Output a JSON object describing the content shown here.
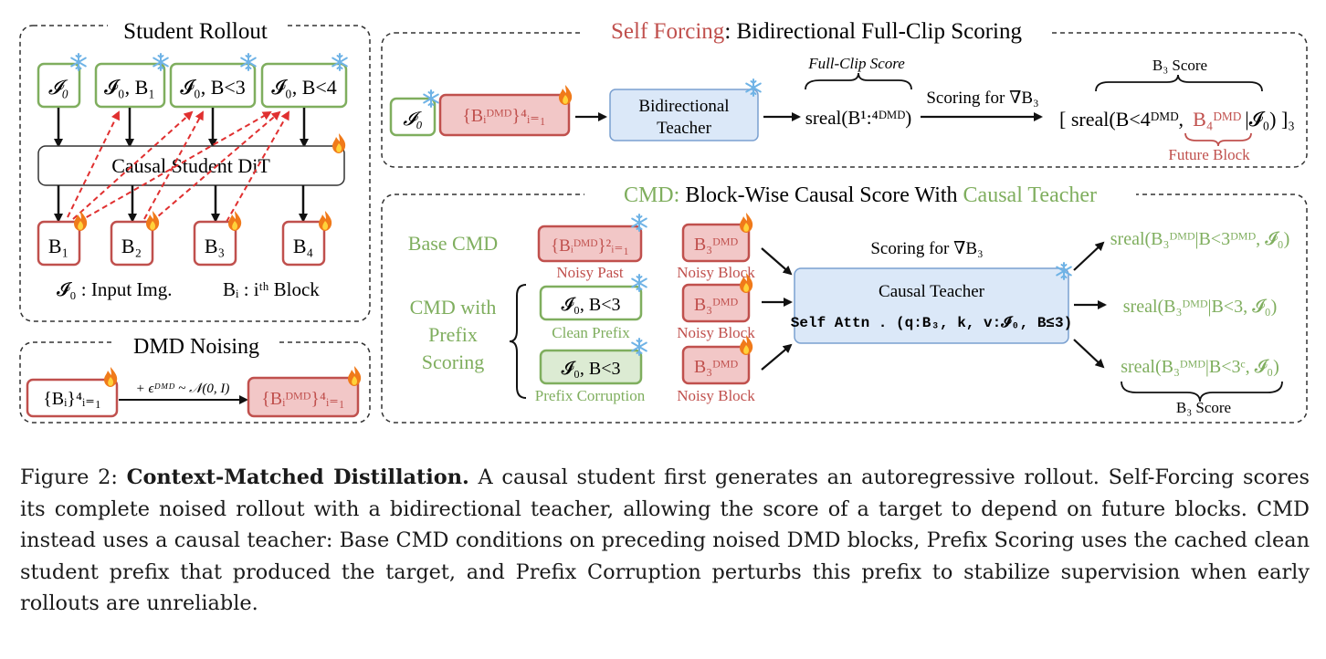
{
  "colors": {
    "green": "#7fae5e",
    "red": "#c0504d",
    "red_fill": "#f2c7c7",
    "green_fill": "#dcebd3",
    "blue_fill": "#dbe8f8",
    "blue_stroke": "#7aa0d0"
  },
  "icons": {
    "snow": "snowflake-icon",
    "fire": "fire-icon"
  },
  "panel_student": {
    "title": "Student Rollout",
    "dit_label": "Causal Student DiT",
    "top_boxes": [
      "𝓘₀",
      "𝓘₀, B₁",
      "𝓘₀, B<3",
      "𝓘₀, B<4"
    ],
    "blocks": [
      "B₁",
      "B₂",
      "B₃",
      "B₄"
    ],
    "legend_input": "𝓘₀ :  Input Img.",
    "legend_block": "Bᵢ : iᵗʰ Block"
  },
  "panel_noising": {
    "title": "DMD Noising",
    "left_box": "{Bᵢ}⁴ᵢ₌₁",
    "noise": "+ ϵᴰᴹᴰ ~ 𝒩(0, I)",
    "right_box": "{Bᵢᴰᴹᴰ}⁴ᵢ₌₁"
  },
  "panel_self_forcing": {
    "title_red": "Self Forcing",
    "title_rest": ": Bidirectional Full-Clip Scoring",
    "input_box": "𝓘₀",
    "blocks_box": "{Bᵢᴰᴹᴰ}⁴ᵢ₌₁",
    "teacher_line1": "Bidirectional",
    "teacher_line2": "Teacher",
    "full_clip_label": "Full-Clip Score",
    "score": "sreal(B¹:⁴ᴰᴹᴰ)",
    "scoring_label": "Scoring for ∇B₃",
    "b3_score_label": "B₃ Score",
    "final_score_pre": "[ sreal(B<4ᴰᴹᴰ,",
    "final_score_future": "B₄ᴰᴹᴰ",
    "final_score_post": "|𝓘₀) ]₃",
    "future_label": "Future Block"
  },
  "panel_cmd": {
    "title_green1": "CMD:",
    "title_mid": " Block-Wise Causal Score With ",
    "title_green2": "Causal Teacher",
    "base_label": "Base CMD",
    "prefix_label": [
      "CMD with",
      "Prefix",
      "Scoring"
    ],
    "rows": [
      {
        "box": "{Bᵢᴰᴹᴰ}²ᵢ₌₁",
        "caption": "Noisy Past"
      },
      {
        "box": "𝓘₀, B<3",
        "caption": "Clean Prefix"
      },
      {
        "box": "𝓘₀, B<3",
        "caption": "Prefix Corruption"
      }
    ],
    "noisy_block": "B₃ᴰᴹᴰ",
    "noisy_block_caption": "Noisy Block",
    "scoring_label": "Scoring for ∇B₃",
    "teacher_title": "Causal Teacher",
    "teacher_attn": "Self Attn . (q:B₃, k, v:𝓘₀, B≤3)",
    "outputs": [
      "sreal(B₃ᴰᴹᴰ|B<3ᴰᴹᴰ, 𝓘₀)",
      "sreal(B₃ᴰᴹᴰ|B<3, 𝓘₀)",
      "sreal(B₃ᴰᴹᴰ|B<3ᶜ, 𝓘₀)"
    ],
    "b3_score_label": "B₃ Score"
  },
  "caption": {
    "figure_no": "Figure 2:",
    "bold": "Context-Matched Distillation.",
    "body": "A causal student first generates an autoregressive rollout. Self-Forcing scores its complete noised rollout with a bidirectional teacher, allowing the score of a target to depend on future blocks. CMD instead uses a causal teacher: Base CMD conditions on preceding noised DMD blocks, Prefix Scoring uses the cached clean student prefix that produced the target, and Prefix Corruption perturbs this prefix to stabilize supervision when early rollouts are unreliable."
  }
}
